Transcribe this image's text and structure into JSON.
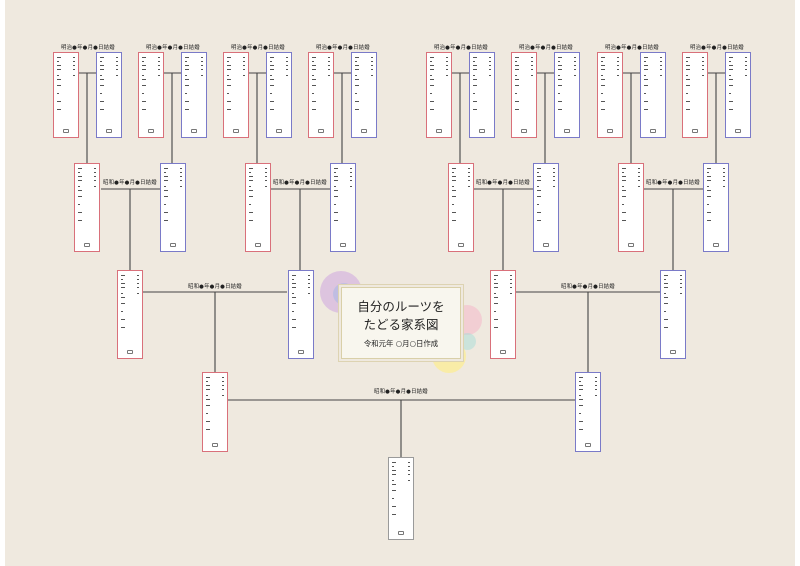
{
  "title": {
    "line1": "自分のルーツを",
    "line2": "たどる家系図",
    "date": "令和元年 ○月○日作成"
  },
  "marriage_labels": {
    "meiji": "明治●年●月●日結婚",
    "showa": "昭和●年●月●日結婚"
  },
  "colors": {
    "male": "#7a7ac8",
    "female": "#d9707a",
    "self": "#9a9a9a",
    "background": "#efe9df"
  }
}
